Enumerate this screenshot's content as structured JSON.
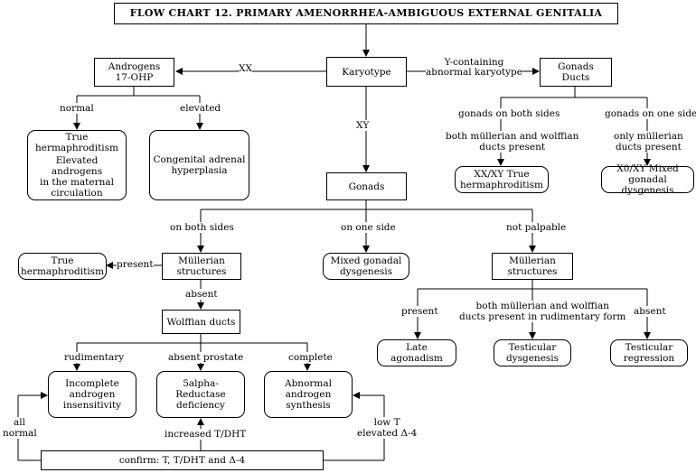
{
  "title": "FLOW CHART 12. PRIMARY AMENORRHEA-AMBIGUOUS EXTERNAL GENITALIA",
  "nodes": {
    "karyotype": "Karyotype",
    "androgens": {
      "line1": "Androgens",
      "line2": "17-OHP"
    },
    "gonads_ducts": {
      "line1": "Gonads",
      "line2": "Ducts"
    },
    "true_herm_top": {
      "line1": "True",
      "line2": "hermaphroditism",
      "line3": "Elevated androgens",
      "line4": "in the maternal",
      "line5": "circulation"
    },
    "cah": {
      "line1": "Congenital adrenal",
      "line2": "hyperplasia"
    },
    "xx_xy_true": {
      "line1": "XX/XY True",
      "line2": "hermaphroditism"
    },
    "x0_xy_mixed": {
      "line1": "X0/XY Mixed",
      "line2": "gonadal dysgenesis"
    },
    "gonads": "Gonads",
    "true_herm_mid": {
      "line1": "True",
      "line2": "hermaphroditism"
    },
    "mullerian_left": {
      "line1": "Müllerian",
      "line2": "structures"
    },
    "mixed_gonadal": {
      "line1": "Mixed gonadal",
      "line2": "dysgenesis"
    },
    "mullerian_right": {
      "line1": "Müllerian",
      "line2": "structures"
    },
    "wolffian": "Wolffian ducts",
    "late_agonadism": "Late agonadism",
    "testicular_dysgenesis": {
      "line1": "Testicular",
      "line2": "dysgenesis"
    },
    "testicular_regression": {
      "line1": "Testicular",
      "line2": "regression"
    },
    "incomplete_ais": {
      "line1": "Incomplete",
      "line2": "androgen",
      "line3": "insensitivity"
    },
    "five_alpha": {
      "line1": "5alpha-Reductase",
      "line2": "deficiency"
    },
    "abnormal_synth": {
      "line1": "Abnormal",
      "line2": "androgen",
      "line3": "synthesis"
    },
    "confirm": "confirm: T, T/DHT and Δ-4"
  },
  "edge_labels": {
    "xx": "XX",
    "y_containing": {
      "line1": "Y-containing",
      "line2": "abnormal karyotype"
    },
    "xy": "XY",
    "normal": "normal",
    "elevated": "elevated",
    "gonads_both_sides": "gonads on both sides",
    "gonads_one_side": "gonads on one side",
    "both_ducts_present": {
      "line1": "both müllerian and wolffian",
      "line2": "ducts present"
    },
    "only_mullerian": {
      "line1": "only müllerian",
      "line2": "ducts present"
    },
    "on_both_sides": "on both sides",
    "on_one_side": "on one side",
    "not_palpable": "not palpable",
    "present_left": "present",
    "absent_left": "absent",
    "present_right": "present",
    "rudimentary_form": {
      "line1": "both müllerian and wolffian",
      "line2": "ducts present in rudimentary form"
    },
    "absent_right": "absent",
    "rudimentary": "rudimentary",
    "absent_prostate": "absent prostate",
    "complete": "complete",
    "all_normal": {
      "line1": "all",
      "line2": "normal"
    },
    "increased_t_dht": "increased T/DHT",
    "low_t": {
      "line1": "low T",
      "line2": "elevated Δ-4"
    }
  }
}
